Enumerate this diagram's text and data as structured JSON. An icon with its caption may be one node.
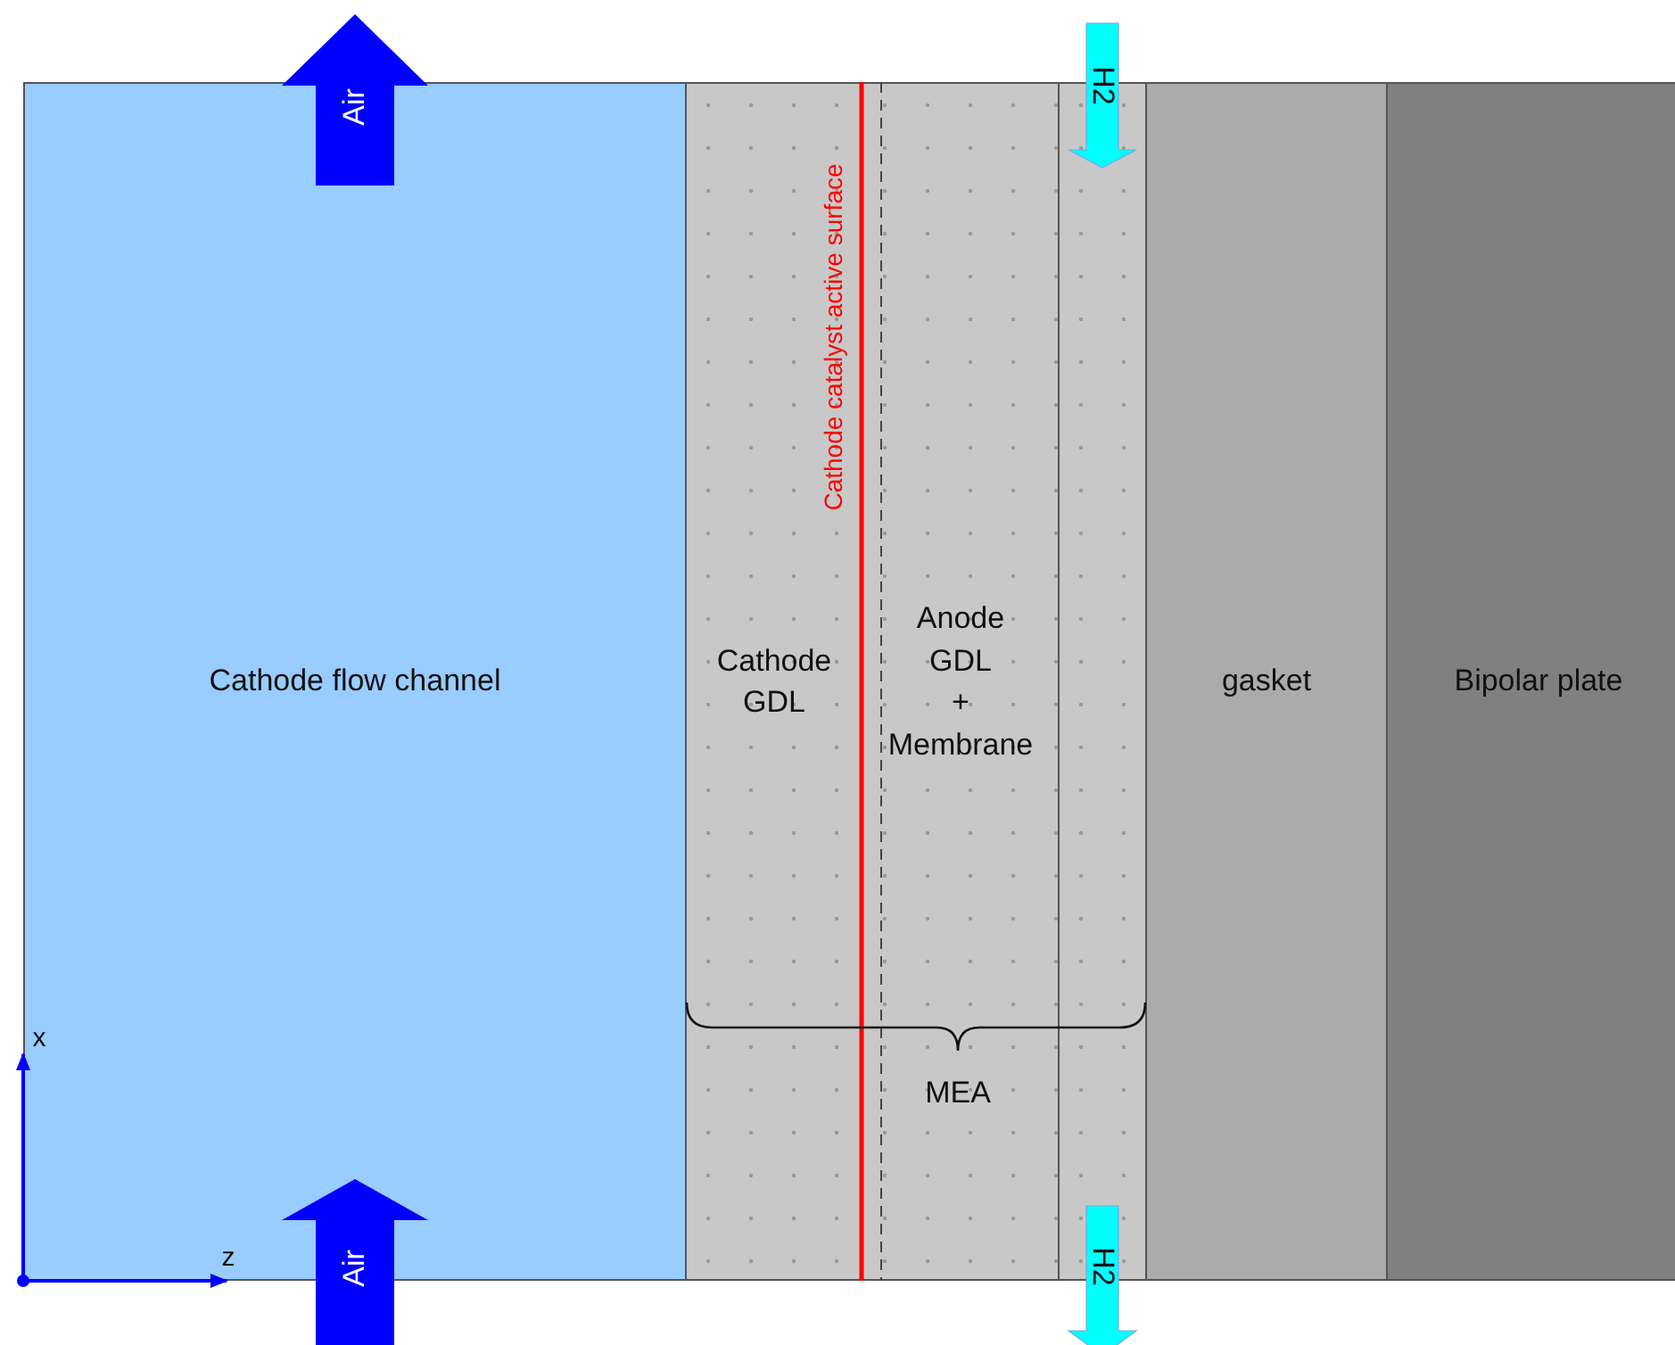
{
  "diagram": {
    "nodes": [
      {
        "text": [
          "Cathode flow channel"
        ]
      },
      {
        "text": [
          "Cathode GDL"
        ]
      },
      {
        "text": [
          "Anode GDL + Membrane"
        ]
      },
      {
        "text": [],
        "shape": "box"
      },
      {
        "text": [
          "gasket"
        ]
      },
      {
        "text": [
          "Bipolar plate"
        ]
      }
    ],
    "labels": [
      "Air",
      "H2",
      "Cathode catalyst active surface",
      "x",
      "MEA",
      "z",
      "Air",
      "H2"
    ]
  }
}
